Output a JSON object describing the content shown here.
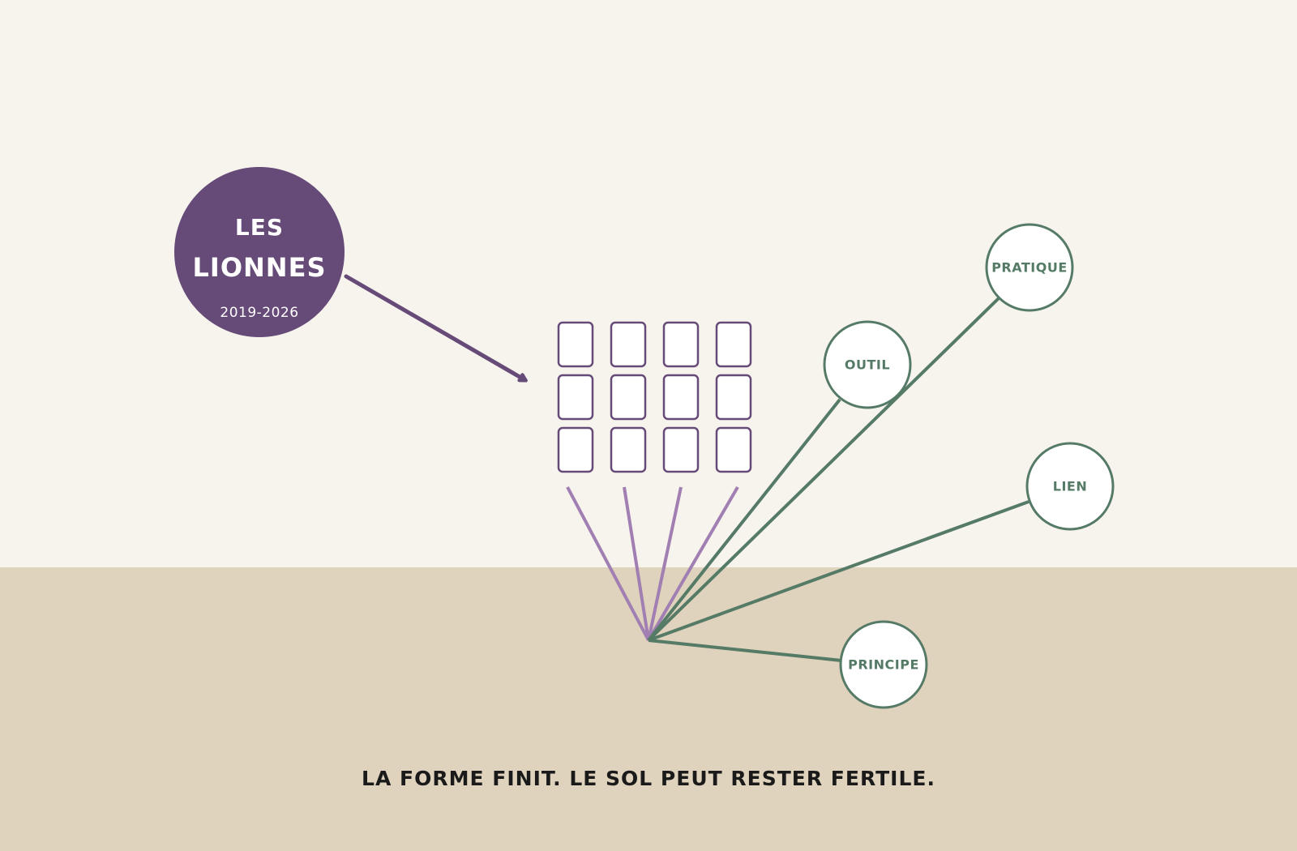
{
  "badge": {
    "line1": "LES",
    "line2": "LIONNES",
    "years": "2019-2026",
    "color": "#664a77"
  },
  "grid": {
    "rows": 3,
    "cols": 4,
    "stroke_color": "#664a77"
  },
  "roots": {
    "purple_color": "#a17fb2",
    "green_color": "#557a66"
  },
  "nodes": [
    {
      "id": "pratique",
      "label": "PRATIQUE"
    },
    {
      "id": "outil",
      "label": "OUTIL"
    },
    {
      "id": "lien",
      "label": "LIEN"
    },
    {
      "id": "principe",
      "label": "PRINCIPE"
    }
  ],
  "colors": {
    "sky": "#f7f4ee",
    "soil": "#dfd3bd",
    "node_stroke": "#557a66",
    "arrow": "#664a77"
  },
  "caption": "LA FORME FINIT. LE SOL PEUT RESTER FERTILE."
}
